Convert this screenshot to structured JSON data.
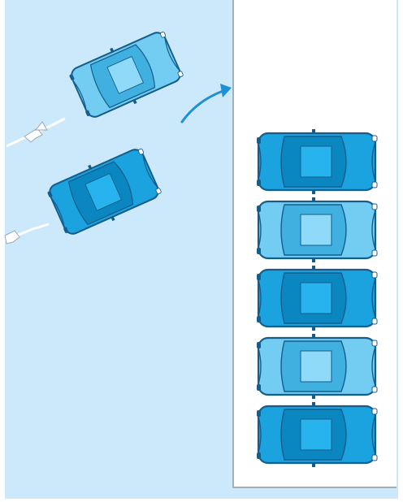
{
  "diagram": {
    "colors": {
      "road": "#cbe9fb",
      "parking_area": "#ffffff",
      "parking_border": "#9fb0bd",
      "car_body_dark": "#1ba3e0",
      "car_body_light": "#73cdf3",
      "car_outline": "#155d8a",
      "car_roof_dark": "#0a86c1",
      "car_roof_light": "#3fb0df",
      "car_panel_dark": "#27b4ee",
      "car_panel_light": "#8fdaf8",
      "arrow": "#1f8fd6",
      "exhaust": "#ffffff"
    },
    "moving_cars": [
      {
        "name": "moving-car-light",
        "shade": "light",
        "icon": "car-top-view-icon"
      },
      {
        "name": "moving-car-dark",
        "shade": "dark",
        "icon": "car-top-view-icon"
      }
    ],
    "parked_cars": [
      {
        "shade": "dark",
        "icon": "car-top-view-icon"
      },
      {
        "shade": "light",
        "icon": "car-top-view-icon"
      },
      {
        "shade": "dark",
        "icon": "car-top-view-icon"
      },
      {
        "shade": "light",
        "icon": "car-top-view-icon"
      },
      {
        "shade": "dark",
        "icon": "car-top-view-icon"
      }
    ],
    "arrow_icon": "curved-arrow-icon",
    "exhaust_icon": "exhaust-puff-icon"
  }
}
